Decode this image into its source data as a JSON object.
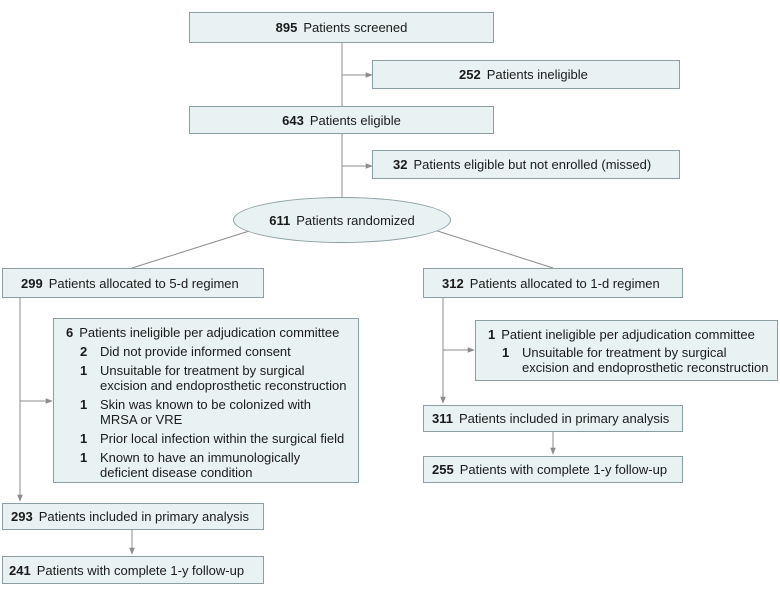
{
  "screened": {
    "count": "895",
    "label": "Patients screened"
  },
  "ineligible": {
    "count": "252",
    "label": "Patients ineligible"
  },
  "eligible": {
    "count": "643",
    "label": "Patients eligible"
  },
  "missed": {
    "count": "32",
    "label": "Patients eligible but not enrolled (missed)"
  },
  "randomized": {
    "count": "611",
    "label": "Patients randomized"
  },
  "arm5": {
    "allocated": {
      "count": "299",
      "label": "Patients allocated to 5-d regimen"
    },
    "excluded": {
      "count": "6",
      "label": "Patients ineligible per adjudication committee",
      "reasons": [
        {
          "count": "2",
          "text": "Did not provide informed consent"
        },
        {
          "count": "1",
          "text": "Unsuitable for treatment by surgical excision and endoprosthetic reconstruction"
        },
        {
          "count": "1",
          "text": "Skin was known to be colonized with MRSA or VRE"
        },
        {
          "count": "1",
          "text": "Prior local infection within the surgical field"
        },
        {
          "count": "1",
          "text": "Known to have an immunologically deficient disease condition"
        }
      ]
    },
    "primary": {
      "count": "293",
      "label": "Patients included in primary analysis"
    },
    "followup": {
      "count": "241",
      "label": "Patients with complete 1-y follow-up"
    }
  },
  "arm1": {
    "allocated": {
      "count": "312",
      "label": "Patients allocated to 1-d regimen"
    },
    "excluded": {
      "count": "1",
      "label": "Patient ineligible per adjudication committee",
      "reasons": [
        {
          "count": "1",
          "text": "Unsuitable for treatment by surgical excision and endoprosthetic reconstruction"
        }
      ]
    },
    "primary": {
      "count": "311",
      "label": "Patients included in primary analysis"
    },
    "followup": {
      "count": "255",
      "label": "Patients with complete 1-y follow-up"
    }
  },
  "colors": {
    "box_fill": "#e9f2f3",
    "box_border": "#8a9ea3",
    "connector": "#8c8c8c"
  }
}
